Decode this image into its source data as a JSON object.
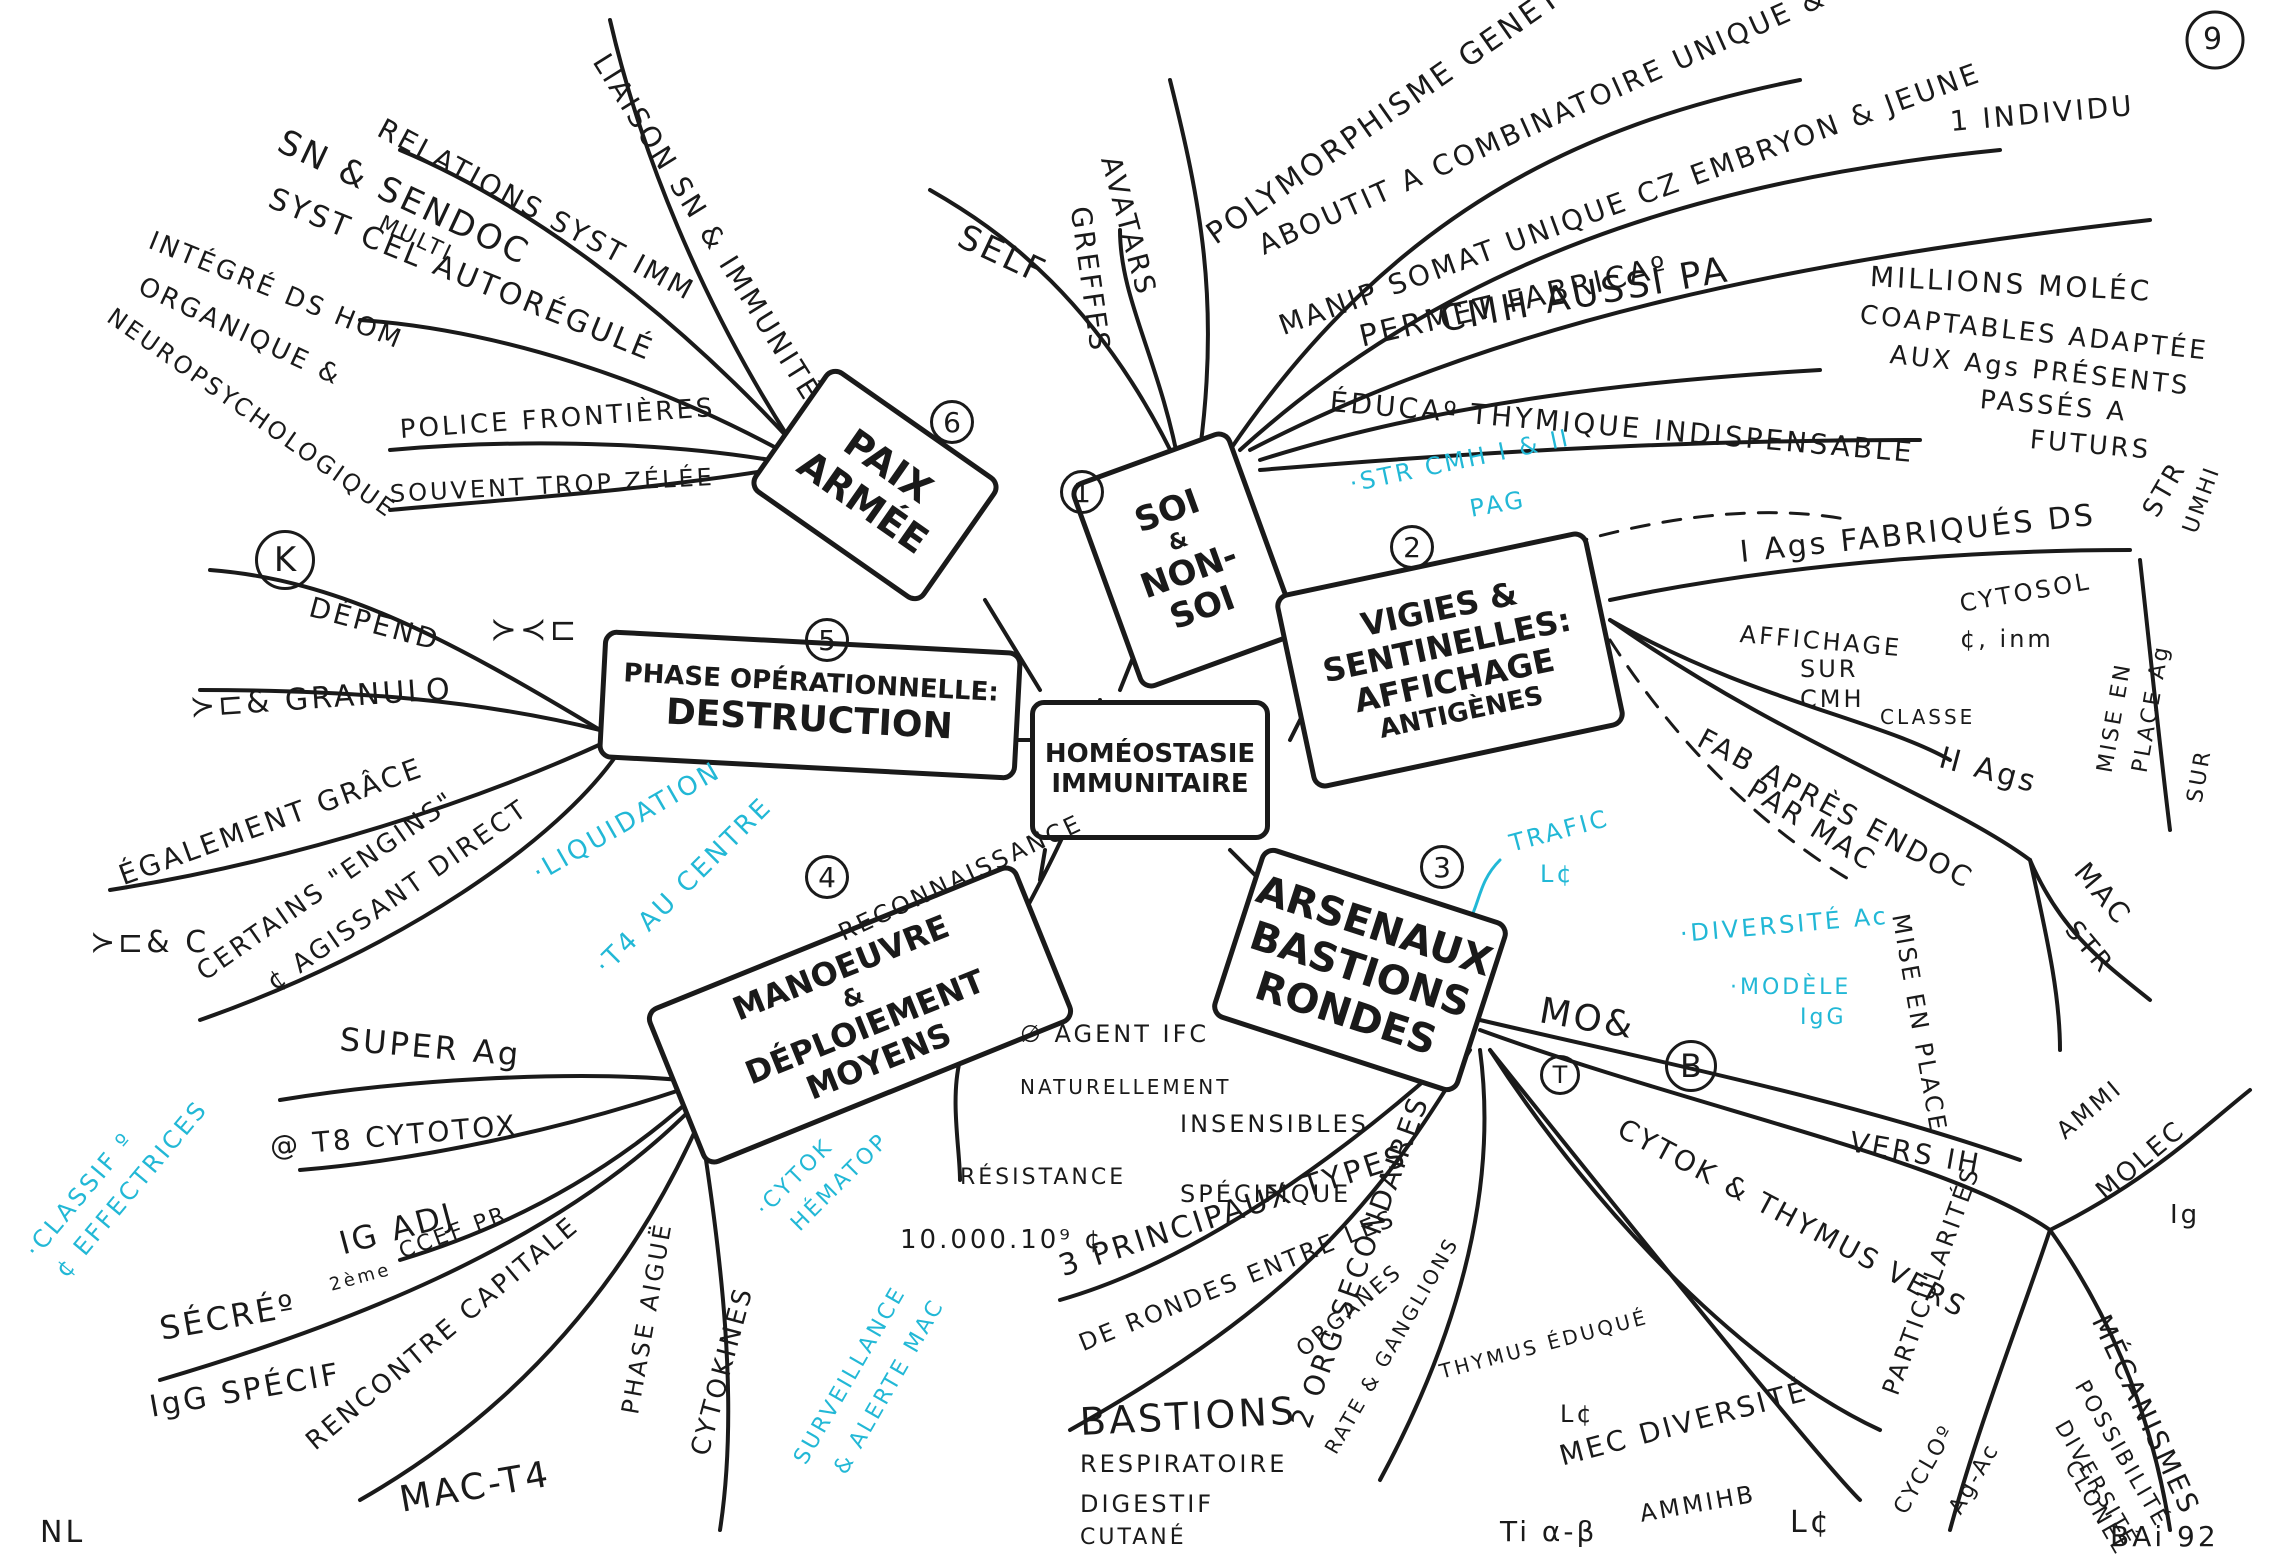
{
  "center": {
    "line1": "HOMÉOSTASIE",
    "line2": "IMMUNITAIRE"
  },
  "branches": {
    "b1": {
      "num": "1",
      "line1": "SOI",
      "mid": "&",
      "line2": "NON-SOI"
    },
    "b2": {
      "num": "2",
      "line1": "VIGIES &",
      "line2": "SENTINELLES:",
      "line3": "AFFICHAGE",
      "line4": "ANTIGÈNES"
    },
    "b3": {
      "num": "3",
      "line1": "ARSENAUX",
      "line2": "BASTIONS",
      "line3": "RONDES"
    },
    "b4": {
      "num": "4",
      "line1": "MANOEUVRE",
      "line2": "&",
      "line3": "DÉPLOIEMENT MOYENS"
    },
    "b5": {
      "num": "5",
      "line1": "PHASE OPÉRATIONNELLE:",
      "line2": "DESTRUCTION"
    },
    "b6": {
      "num": "6",
      "line1": "PAIX",
      "line2": "ARMÉE"
    }
  },
  "labels": {
    "self": "SELF",
    "greffes": "GREFFES",
    "avatars": "AVATARS",
    "polymorphisme": "POLYMORPHISME GENET UNE ESPÈCE",
    "aboutit": "ABOUTIT A COMBINATOIRE UNIQUE & SPECIFIQUE",
    "un_individu": "1 INDIVIDU",
    "manip": "MANIP SOMAT UNIQUE CZ EMBRYON & JEUNE",
    "permet": "PERMET FABRICAº",
    "millions": "MILLIONS MOLÉC",
    "coaptables": "COAPTABLES ADAPTÉE",
    "aux_ags": "AUX Ags PRÉSENTS",
    "passes": "PASSÉS A",
    "futurs": "FUTURS",
    "cmh": "CMH AUSSI PA",
    "educa": "ÉDUCAº THYMIQUE INDISPENSABLE",
    "str_cmh": "·STR CMH I & II",
    "pag": "PAG",
    "ags_fab": "I Ags FABRIQUÉS DS",
    "cytosol": "CYTOSOL",
    "cinm": "¢, inm",
    "affichage": "AFFICHAGE",
    "sur": "SUR",
    "cmh_classe": "CMH",
    "classe": "CLASSE",
    "ii_ags": "II Ags",
    "fab_apres": "FAB APRÈS ENDOC",
    "par_mac": "PAR MAC",
    "mise_en_place": "MISE EN PLACE",
    "str_r1": "STR",
    "str_r2": "STR",
    "mac_r": "MAC",
    "umhi": "UMHI",
    "mise_en": "MISE EN",
    "place_ag": "PLACE Ag",
    "sur_r": "SUR",
    "trafic": "TRAFIC",
    "lc": "L¢",
    "diversite_ac": "·DIVERSITÉ Ac",
    "modele": "·MODÈLE",
    "igg": "IgG",
    "mo": "MO&",
    "b": "B",
    "t": "T",
    "vers_ih": "VERS IH",
    "cytok_thymus": "CYTOK & THYMUS VERS",
    "ammi": "AMMI",
    "molec": "MOLEC",
    "ig": "Ig",
    "mecanismes": "MÉCANISMES",
    "particularites": "PARTICULARITÉS",
    "possibilite": "POSSIBILITÉ",
    "diversite": "DIVERSITÉ",
    "clonel": "CLONEL",
    "cyclo": "CYCLOº",
    "ag_ac": "Ag-Ac",
    "bai": "BAi 92",
    "nine": "9",
    "trois_principaux": "3 PRINCIPAUX TYPES",
    "de_rondes": "DE RONDES ENTRE LES",
    "organes": "ORGANES",
    "bastions": "BASTIONS",
    "respiratoire": "RESPIRATOIRE",
    "digestif": "DIGESTIF",
    "cutane": "CUTANÉ",
    "org_sec": "2 ORG SECONDAIRES",
    "rate": "RATE & GANGLIONS",
    "thymus_eduque": "THYMUS ÉDUQUÉ",
    "ti_ab": "Ti α-β",
    "ammib": "AMMIHB",
    "mec_div": "MEC DIVERSITÉ",
    "lc_mid": "L¢",
    "lc_bot": "L¢",
    "agent": "∅ AGENT IFC",
    "naturellement": "NATURELLEMENT",
    "insensibles": "INSENSIBLES",
    "resistance": "RÉSISTANCE",
    "specifique": "SPÉCIFIQUE",
    "dix_mille": "10.000.10⁹ ¢",
    "cytok_hemato": "·CYTOK",
    "hemato": "HÉMATOP",
    "surveillance": "SURVEILLANCE",
    "alerte": "& ALERTE MAC",
    "phase_aigue": "PHASE AIGUË",
    "cytokines": "CYTOKINES",
    "liquidation": "·LIQUIDATION",
    "t4_au_centre": "·T4 AU CENTRE",
    "reconnaissance": "RECONNAISSANCE",
    "super_ag": "SUPER Ag",
    "tg_cytotox": "@ T8 CYTOTOX",
    "ig_adj": "IG ADJ",
    "cceb": "CCEF PR",
    "deux_eme": "2ème",
    "secre": "SÉCRÉº",
    "igg_specif": "IgG SPÉCIF",
    "rencontre": "RENCONTRE CAPITALE",
    "mac_t4": "MAC-T4",
    "classif": "·CLASSIF º",
    "deff": "¢ EFFECTRICES",
    "nl": "NL",
    "k": "K",
    "depend": "DÉPEND",
    "depend_sym": "≻≺⊏",
    "granulo": "≻⊏& GRANULO",
    "egalement": "ÉGALEMENT GRÂCE",
    "certains": "CERTAINS \"ENGINS\"",
    "a_action": "¢ AGISSANT DIRECT",
    "ttc": "≻⊏& C",
    "liaison": "LIAISON SN & IMMUNITÉ",
    "relations": "RELATIONS SYST IMM",
    "sn_sendoc": "SN & SENDOC",
    "multi": "MULTI",
    "syst_cel": "SYST CEL AUTORÉGULÉ",
    "integre": "INTÉGRÉ DS HOM",
    "organique": "ORGANIQUE &",
    "neuro": "NEUROPSYCHOLOGIQUE",
    "police": "POLICE FRONTIÈRES",
    "souvent": "SOUVENT TROP ZÉLÉE"
  }
}
